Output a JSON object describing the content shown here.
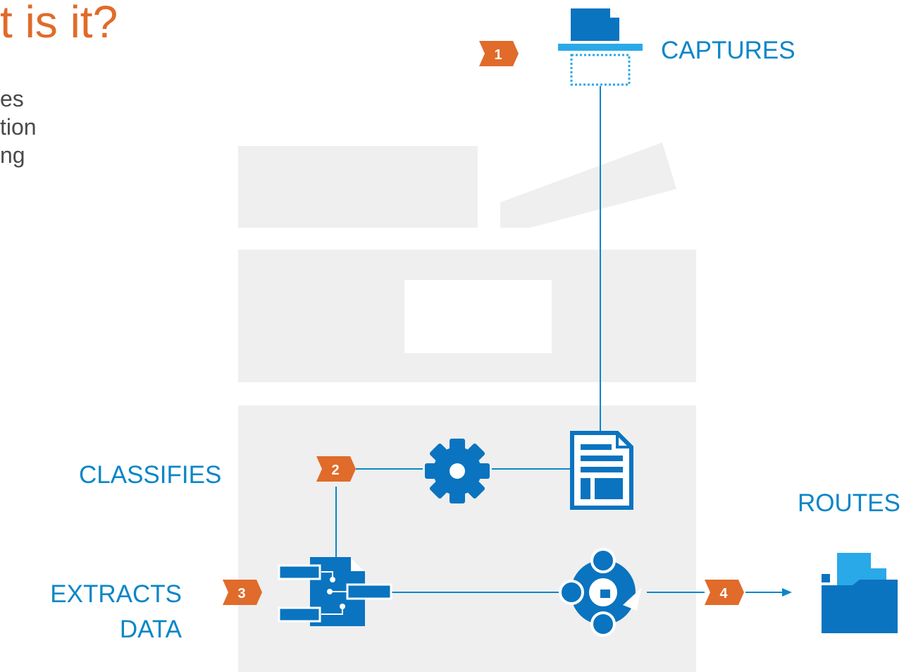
{
  "title": "t is it?",
  "bullets": [
    "es",
    "tion",
    "ng"
  ],
  "steps": [
    {
      "number": "1",
      "label": "CAPTURES"
    },
    {
      "number": "2",
      "label": "CLASSIFIES"
    },
    {
      "number": "3",
      "label_line1": "EXTRACTS",
      "label_line2": "DATA"
    },
    {
      "number": "4",
      "label": "ROUTES"
    }
  ],
  "colors": {
    "accent_orange": "#e06b2a",
    "accent_blue": "#0b86c8",
    "icon_blue": "#0a74c0",
    "background_gray": "#efefef",
    "text_gray": "#4a4a4a"
  }
}
